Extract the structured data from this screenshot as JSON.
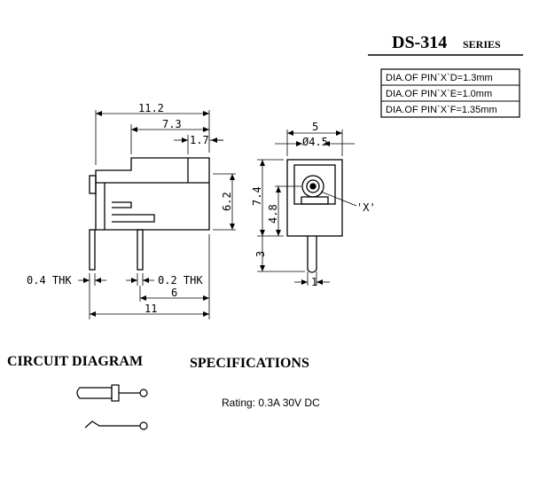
{
  "title": {
    "model": "DS-314",
    "series": "SERIES"
  },
  "pin_table": [
    "DIA.OF PIN`X`D=1.3mm",
    "DIA.OF PIN`X`E=1.0mm",
    "DIA.OF PIN`X`F=1.35mm"
  ],
  "side_view": {
    "dim_total_top": "11.2",
    "dim_mid_top": "7.3",
    "dim_small_top": "1.7",
    "dim_height": "6.2",
    "dim_pin_thk_left": "0.4 THK",
    "dim_pin_thk_right": "0.2 THK",
    "dim_pin_spacing": "6",
    "dim_total_bottom": "11"
  },
  "front_view": {
    "dim_width": "5",
    "dim_bore": "Ø4.5",
    "dim_height": "7.4",
    "dim_center": "4.8",
    "dim_pin_length": "3",
    "dim_pin_width": "1",
    "label_x": "'X'"
  },
  "circuit": {
    "heading": "CIRCUIT DIAGRAM"
  },
  "specs": {
    "heading": "SPECIFICATIONS",
    "rating": "Rating: 0.3A 30V DC"
  }
}
